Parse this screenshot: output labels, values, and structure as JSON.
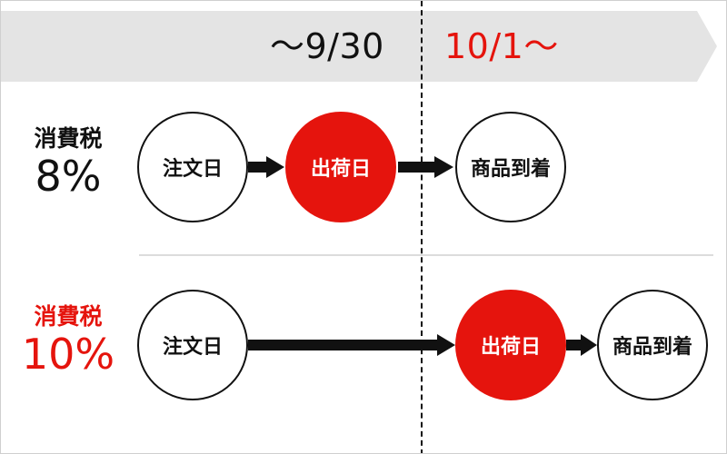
{
  "timeline": {
    "before_date": "〜9/30",
    "after_date": "10/1〜"
  },
  "rows": [
    {
      "tax_label": "消費税",
      "rate": "8%",
      "color": "#111111",
      "steps": [
        "注文日",
        "出荷日",
        "商品到着"
      ],
      "highlighted_step": "出荷日"
    },
    {
      "tax_label": "消費税",
      "rate": "10%",
      "color": "#e5140d",
      "steps": [
        "注文日",
        "出荷日",
        "商品到着"
      ],
      "highlighted_step": "出荷日"
    }
  ],
  "colors": {
    "accent_red": "#e5140d",
    "banner_gray": "#e4e4e4",
    "text_dark": "#111111",
    "arrow": "#111111"
  },
  "icons": [
    "right-arrow-icon"
  ]
}
